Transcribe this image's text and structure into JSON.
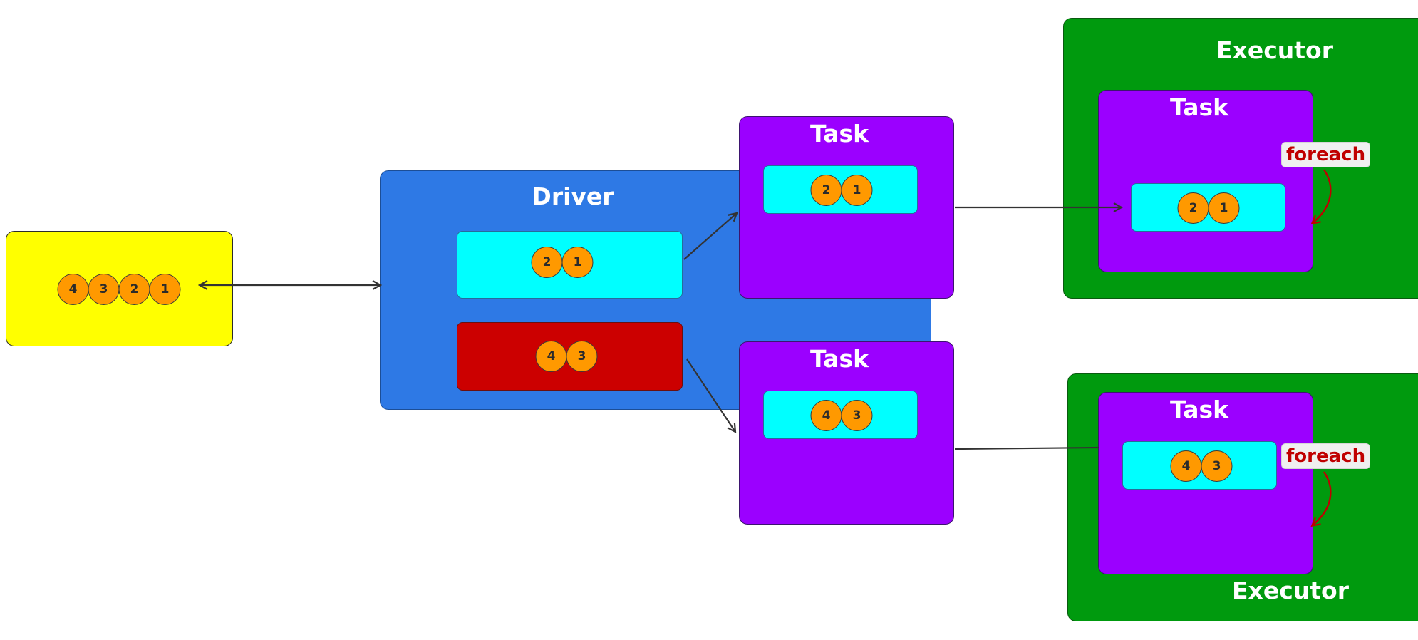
{
  "source": {
    "items": [
      "4",
      "3",
      "2",
      "1"
    ]
  },
  "driver": {
    "label": "Driver",
    "partitions": [
      {
        "items": [
          "2",
          "1"
        ],
        "color": "#00ffff"
      },
      {
        "items": [
          "4",
          "3"
        ],
        "color": "#cc0000"
      }
    ]
  },
  "tasks": [
    {
      "label": "Task",
      "items": [
        "2",
        "1"
      ]
    },
    {
      "label": "Task",
      "items": [
        "4",
        "3"
      ]
    }
  ],
  "executors": [
    {
      "label": "Executor",
      "task_label": "Task",
      "items": [
        "2",
        "1"
      ],
      "loop_label": "foreach"
    },
    {
      "label": "Executor",
      "task_label": "Task",
      "items": [
        "4",
        "3"
      ],
      "loop_label": "foreach"
    }
  ],
  "colors": {
    "source": "#ffff00",
    "driver": "#2e79e5",
    "task": "#9b00ff",
    "partition": "#00ffff",
    "partition_pending": "#cc0000",
    "executor": "#009a0e",
    "record": "#ff9900",
    "loop_arrow": "#c00000"
  }
}
